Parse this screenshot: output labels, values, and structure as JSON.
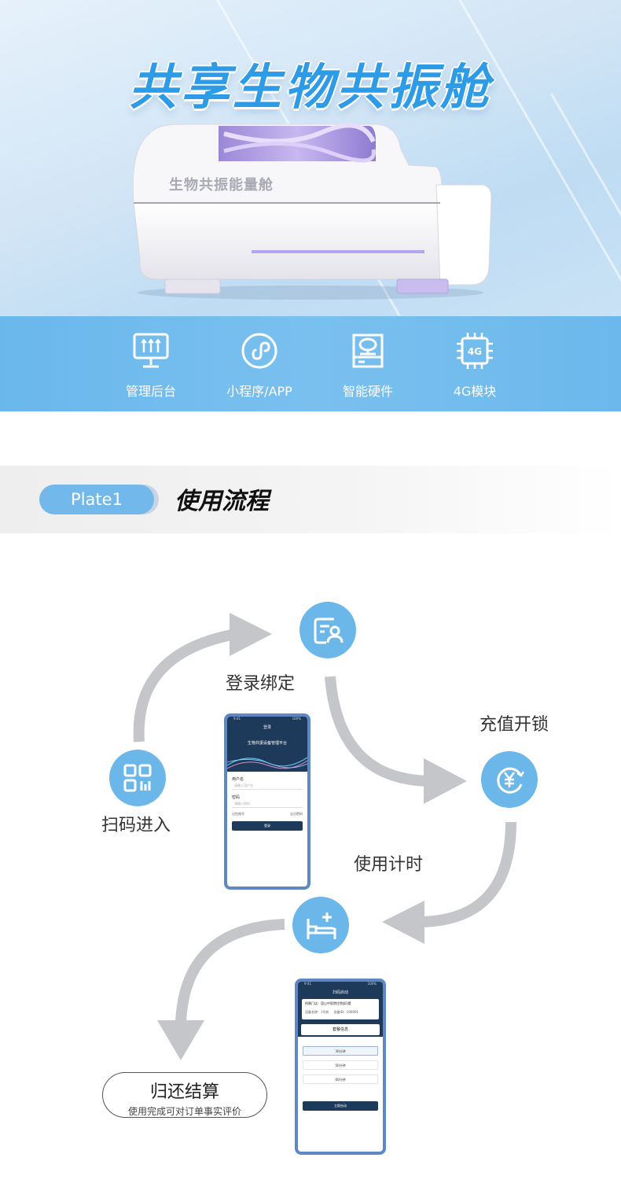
{
  "hero": {
    "title": "共享生物共振舱",
    "device_label": "生物共振能量舱",
    "features": [
      {
        "label": "管理后台",
        "icon": "monitor-icon"
      },
      {
        "label": "小程序/APP",
        "icon": "mini-program-icon"
      },
      {
        "label": "智能硬件",
        "icon": "hardware-icon"
      },
      {
        "label": "4G模块",
        "icon": "chip-4g-icon",
        "icon_text": "4G"
      }
    ]
  },
  "section": {
    "plate": "Plate1",
    "title": "使用流程"
  },
  "flow": {
    "steps": [
      {
        "label": "扫码进入",
        "icon": "qr-code-icon"
      },
      {
        "label": "登录绑定",
        "icon": "user-card-icon"
      },
      {
        "label": "充值开锁",
        "icon": "yen-coin-icon"
      },
      {
        "label": "使用计时",
        "icon": "bed-plus-icon"
      }
    ],
    "return": {
      "title": "归还结算",
      "subtitle": "使用完成可对订单事实评价"
    }
  },
  "phone_login": {
    "time": "9:41",
    "battery": "100%",
    "nav_title": "登录",
    "banner_title": "生物共振设备管理平台",
    "username_label": "用户名",
    "username_placeholder": "请输入用户名",
    "password_label": "密码",
    "password_placeholder": "请输入密码",
    "remember": "记住账号",
    "forgot": "忘记密码",
    "login_button": "登录"
  },
  "phone_start": {
    "time": "9:41",
    "battery": "100%",
    "nav_title": "扫码启动",
    "store": "所属门店：昆山中医院住院部1楼",
    "device_name": "设备名称：1号机",
    "device_no": "设备ID：100001",
    "package_title": "套餐信息",
    "options": [
      "30分钟",
      "50分钟",
      "60分钟"
    ],
    "start_button": "立即启动"
  },
  "colors": {
    "accent": "#6cb7ea",
    "arrow": "#c4c6ca",
    "phone_frame": "#5e88c4",
    "phone_dark": "#1e3a5a"
  }
}
